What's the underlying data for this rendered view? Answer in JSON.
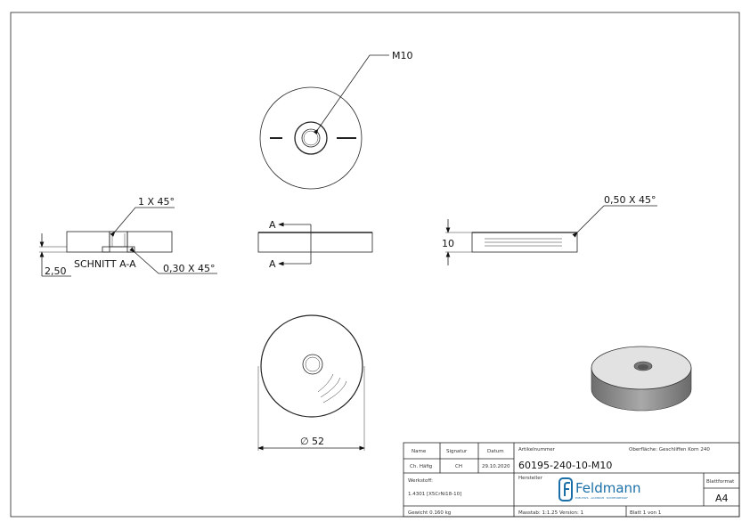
{
  "annotations": {
    "thread": "M10",
    "chamfer_top_hole": "1 X 45°",
    "section_label": "SCHNITT A-A",
    "chamfer_bottom": "0,30 X 45°",
    "depth_dim": "2,50",
    "section_marker": "A",
    "chamfer_edge": "0,50 X 45°",
    "thickness_dim": "10",
    "diameter_dim": "52",
    "diameter_symbol": "∅"
  },
  "title_block": {
    "name_label": "Name",
    "signature_label": "Signatur",
    "date_label": "Datum",
    "name_value": "Ch. Häfig",
    "signature_value": "CH",
    "date_value": "29.10.2020",
    "article_label": "Artikelnummer",
    "article_number": "60195-240-10-M10",
    "surface": "Oberfläche:  Geschliffen Korn 240",
    "material_label": "Werkstoff:",
    "material_value": "1.4301 [X5CrNi18-10]",
    "manufacturer_label": "Hersteller",
    "logo_text": "Feldmann",
    "logo_tagline": "EDELSTAHL · ALUMINIUM · SCHWEISSBEDARF",
    "format_label": "Blattformat",
    "format_value": "A4",
    "weight": "Gewicht 0.160 kg",
    "scale_version": "Masstab: 1:1.25   Version: 1",
    "sheet": "Blatt 1 von 1"
  },
  "colors": {
    "logo": "#1a6fa8",
    "line": "#222222",
    "shaded_3d": "#8a8a8a"
  }
}
